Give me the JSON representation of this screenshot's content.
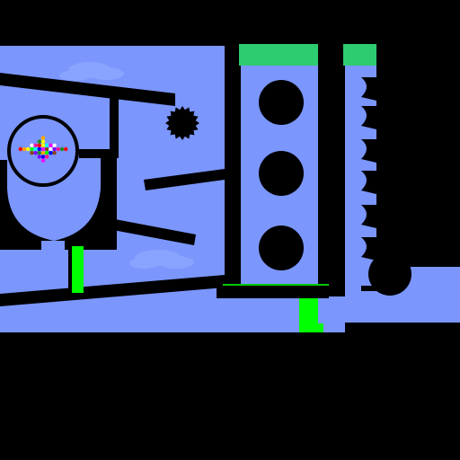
{
  "game": {
    "scene": "physics-marble-puzzle",
    "colors": {
      "background": "#000000",
      "sky": "#7b96fd",
      "cloud": "#8aa6ff",
      "walls": "#000000",
      "tube_cap": "#2ecc71",
      "green_block": "#00ff00",
      "platform_edge": "#00c800"
    },
    "marbles": {
      "count": 36,
      "palette": [
        "#ff0000",
        "#ffa500",
        "#ffff00",
        "#00ff00",
        "#00ffff",
        "#0000ff",
        "#ff00ff",
        "#8b4513",
        "#ffffff",
        "#7f00ff",
        "#ff1493",
        "#228b22"
      ]
    },
    "tube_holes": 3,
    "notch_count": 6,
    "spike_gear": true
  }
}
